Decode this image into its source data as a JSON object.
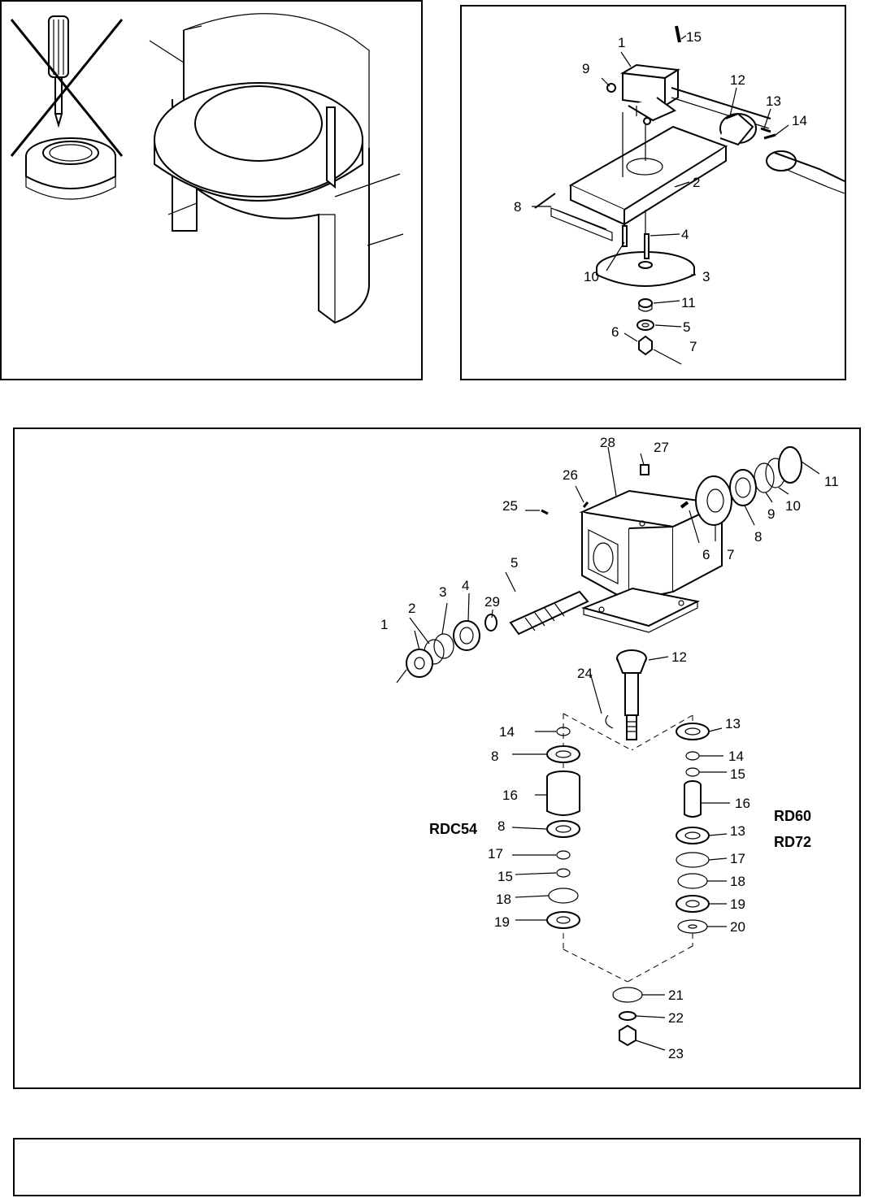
{
  "panel_top_right": {
    "callouts": {
      "c1": "1",
      "c2": "2",
      "c3": "3",
      "c4": "4",
      "c5": "5",
      "c6": "6",
      "c7": "7",
      "c8": "8",
      "c9": "9",
      "c10": "10",
      "c11": "11",
      "c12": "12",
      "c13": "13",
      "c14": "14",
      "c15": "15"
    }
  },
  "panel_bottom": {
    "callouts": {
      "c1": "1",
      "c2": "2",
      "c3": "3",
      "c4": "4",
      "c5": "5",
      "c6": "6",
      "c7": "7",
      "c8a": "8",
      "c8b": "8",
      "c8c": "8",
      "c9": "9",
      "c10": "10",
      "c11": "11",
      "c12": "12",
      "c13a": "13",
      "c13b": "13",
      "c14a": "14",
      "c14b": "14",
      "c15a": "15",
      "c15b": "15",
      "c16a": "16",
      "c16b": "16",
      "c17a": "17",
      "c17b": "17",
      "c18a": "18",
      "c18b": "18",
      "c19a": "19",
      "c19b": "19",
      "c20": "20",
      "c21": "21",
      "c22": "22",
      "c23": "23",
      "c24": "24",
      "c25": "25",
      "c26": "26",
      "c27": "27",
      "c28": "28",
      "c29": "29"
    },
    "model_left": "RDC54",
    "model_right_1": "RD60",
    "model_right_2": "RD72"
  }
}
